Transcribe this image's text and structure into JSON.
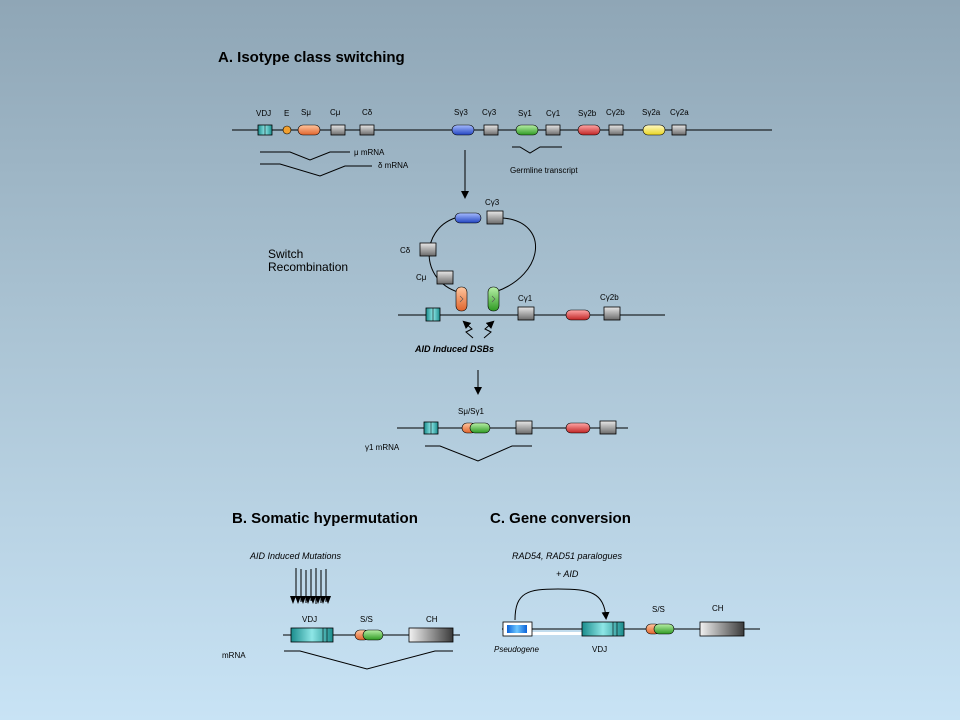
{
  "panel_a": {
    "title": "A.  Isotype class switching",
    "labels": {
      "vdj": "VDJ",
      "e": "E",
      "s_mu": "Sμ",
      "c_mu": "Cμ",
      "c_delta": "Cδ",
      "s_g3": "Sγ3",
      "c_g3": "Cγ3",
      "s_g1": "Sγ1",
      "c_g1": "Cγ1",
      "s_g2b": "Sγ2b",
      "c_g2b": "Cγ2b",
      "s_g2a": "Sγ2a",
      "c_g2a": "Cγ2a"
    },
    "mu_mrna": "μ mRNA",
    "delta_mrna": "δ mRNA",
    "germline": "Germline transcript",
    "switch_line1": "Switch",
    "switch_line2": "Recombination",
    "loop_c_g3": "Cγ3",
    "loop_c_delta": "Cδ",
    "loop_c_mu": "Cμ",
    "loop_c_g1": "Cγ1",
    "loop_c_g2b": "Cγ2b",
    "aid_dsbs": "AID Induced DSBs",
    "smu_sg1": "Sμ/Sγ1",
    "g1_mrna": "γ1 mRNA"
  },
  "panel_b": {
    "title": "B.  Somatic hypermutation",
    "aid_mutations": "AID Induced Mutations",
    "vdj": "VDJ",
    "ss": "S/S",
    "ch": "CH",
    "mrna": "mRNA"
  },
  "panel_c": {
    "title": "C.  Gene conversion",
    "rad_line1": "RAD54, RAD51 paralogues",
    "rad_line2": "+ AID",
    "ss": "S/S",
    "ch": "CH",
    "pseudogene": "Pseudogene",
    "vdj": "VDJ"
  },
  "colors": {
    "s_mu": "#f08a5a",
    "s_g3": "#4a6fe0",
    "s_g1": "#5cc24a",
    "s_g2b": "#e45050",
    "s_g2a": "#f4e84a",
    "vdj": "#2fb3b3",
    "enhancer": "#f0a030",
    "constant": "#7a7a7a",
    "pseudogene": "#2a8cf0"
  }
}
